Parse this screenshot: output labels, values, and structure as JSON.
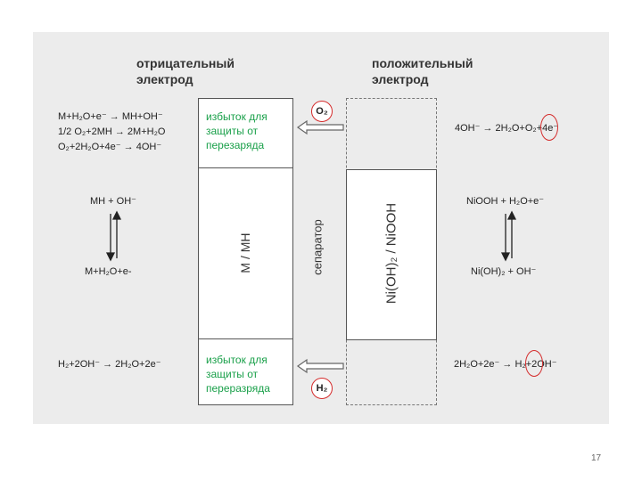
{
  "left_electrode": {
    "title": "отрицательный\nэлектрод",
    "equations_top": [
      "M+H₂O+e⁻ → MH+OH⁻",
      "1/2 O₂+2MH → 2M+H₂O",
      "O₂+2H₂O+4e⁻ → 4OH⁻"
    ],
    "equilibrium_top": "MH + OH⁻",
    "equilibrium_bottom": "M+H₂O+e-",
    "equation_bottom": "H₂+2OH⁻ → 2H₂O+2e⁻",
    "material_label": "M / MH",
    "overcharge_text": "избыток для\nзащиты от\nперезаряда",
    "overdischarge_text": "избыток для\nзащиты от\nпереразряда"
  },
  "separator_label": "сепаратор",
  "right_electrode": {
    "title": "положительный\nэлектрод",
    "equation_top": "4OH⁻ → 2H₂O+O₂+4e⁻",
    "equilibrium_top": "NiOOH + H₂O+e⁻",
    "equilibrium_bottom": "Ni(OH)₂ + OH⁻",
    "equation_bottom": "2H₂O+2e⁻ → H₂+2OH⁻",
    "material_label": "Ni(OH)₂ / NiOOH"
  },
  "gas_labels": {
    "oxygen": "O₂",
    "hydrogen": "H₂"
  },
  "page_number": "17",
  "colors": {
    "highlight": "#1aa04a",
    "circle": "#d42b2b",
    "panel": "#ececec"
  }
}
